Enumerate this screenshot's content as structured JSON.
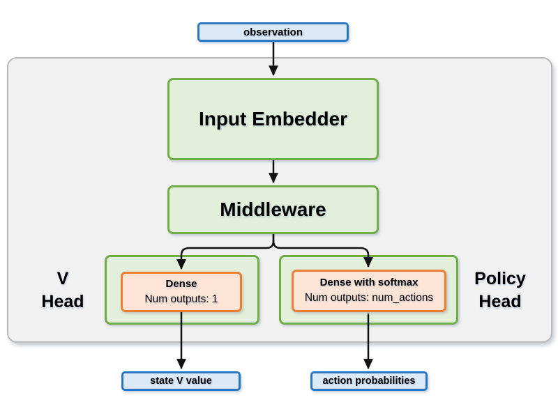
{
  "colors": {
    "page_bg": "#ffffff",
    "panel_fill": "#f1f1f1",
    "panel_border": "#b9b9b9",
    "blue_fill": "#dce9f6",
    "blue_border": "#2776c4",
    "green_fill": "#e2efda",
    "green_border": "#70ad47",
    "orange_fill": "#fce4d6",
    "orange_border": "#ed7d31",
    "arrow": "#111111",
    "text": "#000000"
  },
  "nodes": {
    "observation": {
      "label": "observation"
    },
    "input_embedder": {
      "label": "Input Embedder"
    },
    "middleware": {
      "label": "Middleware"
    },
    "v_head": {
      "line1": "V",
      "line2": "Head"
    },
    "policy_head": {
      "line1": "Policy",
      "line2": "Head"
    },
    "v_dense": {
      "title": "Dense",
      "subtitle": "Num outputs: 1"
    },
    "policy_dense": {
      "title": "Dense with softmax",
      "subtitle": "Num outputs: num_actions"
    },
    "state_v_value": {
      "label": "state V value"
    },
    "action_probabilities": {
      "label": "action probabilities"
    }
  }
}
